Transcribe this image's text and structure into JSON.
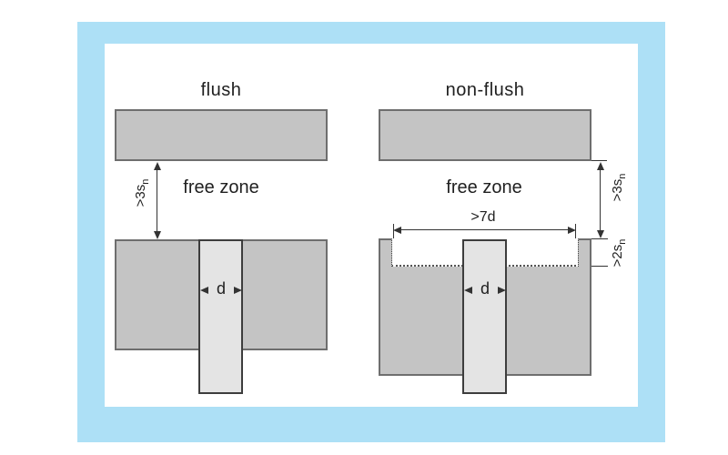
{
  "palette": {
    "frame_blue": "#ade0f6",
    "canvas_white": "#ffffff",
    "block_gray": "#c4c4c4",
    "block_border_gray": "#6e6e6e",
    "sensor_gray": "#e4e4e4",
    "sensor_border": "#3d3d3d",
    "line_color": "#333333",
    "text_color": "#1f1f1f"
  },
  "diagrams": [
    {
      "title": "flush",
      "free_zone_label": "free zone",
      "sensor_diameter_label": "d",
      "clearance_label": {
        "main": ">3s",
        "sub": "n"
      }
    },
    {
      "title": "non-flush",
      "free_zone_label": "free zone",
      "sensor_diameter_label": "d",
      "clearance_label": {
        "main": ">3s",
        "sub": "n"
      },
      "recess_width_label": ">7d",
      "recess_depth_label": {
        "main": ">2s",
        "sub": "n"
      }
    }
  ]
}
